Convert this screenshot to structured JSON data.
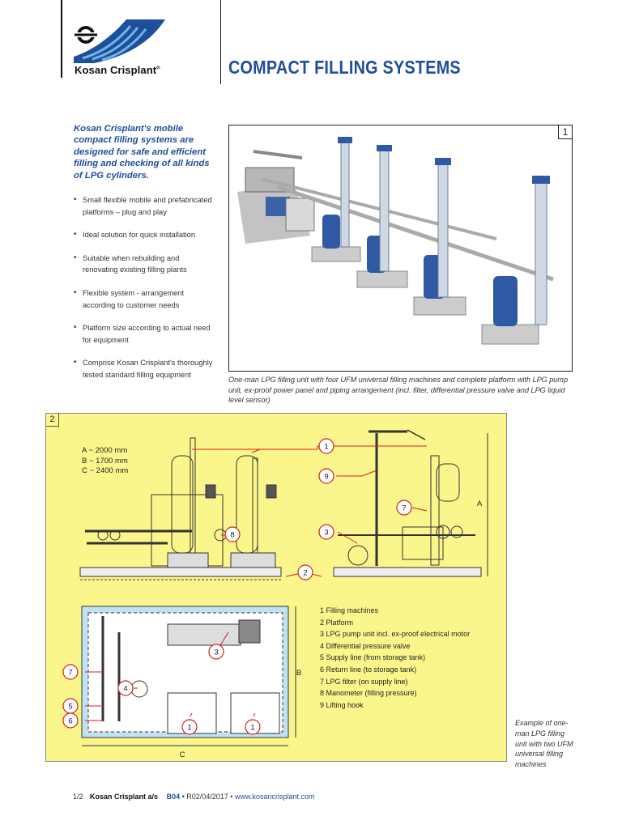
{
  "header": {
    "brand": "Kosan Crisplant",
    "title": "COMPACT FILLING SYSTEMS"
  },
  "intro": "Kosan Crisplant's mobile compact filling systems are designed for safe and efficient filling and checking of all kinds of LPG cylinders.",
  "bullets": [
    "Small flexible mobile and prefabricated platforms – plug and play",
    "Ideal solution for quick installation",
    "Suitable when rebuilding and renovating existing filling plants",
    "Flexible system - arrangement according to customer needs",
    "Platform size according to actual need for equipment",
    "Comprise Kosan Crisplant's thoroughly tested standard filling equipment"
  ],
  "figure1": {
    "number": "1",
    "caption": "One-man LPG filling unit with four UFM universal filling machines and complete platform with LPG pump unit, ex-proof power panel and piping arrangement (incl. filter, differential pressure valve and LPG liquid level sensor)"
  },
  "figure2": {
    "number": "2",
    "dimensions": [
      "A ~ 2000 mm",
      "B ~ 1700 mm",
      "C ~ 2400 mm"
    ],
    "axis_labels": {
      "a": "A",
      "b": "B",
      "c": "C"
    },
    "callouts": {
      "c1": "1",
      "c2": "2",
      "c3": "3",
      "c4": "4",
      "c5": "5",
      "c6": "6",
      "c7": "7",
      "c8": "8",
      "c9": "9"
    },
    "legend": [
      "1  Filling machines",
      "2  Platform",
      "3  LPG pump unit incl. ex-proof electrical motor",
      "4  Differential pressure valve",
      "5  Supply line (from storage tank)",
      "6  Return line (to storage tank)",
      "7  LPG filter (on supply line)",
      "8  Manometer (filling pressure)",
      "9  Lifting hook"
    ],
    "side_caption": "Example of one-man LPG filling unit with two UFM universal filling machines"
  },
  "footer": {
    "page": "1/2",
    "brand": "Kosan Crisplant a/s",
    "code": "B04",
    "rev": " • R02/04/2017 • ",
    "url": "www.kosancrisplant.com"
  },
  "colors": {
    "accent": "#1f4e9c",
    "diagram_bg": "#fbf68c",
    "callout": "#d41f1f",
    "plan_bg": "#bfe3f2"
  }
}
